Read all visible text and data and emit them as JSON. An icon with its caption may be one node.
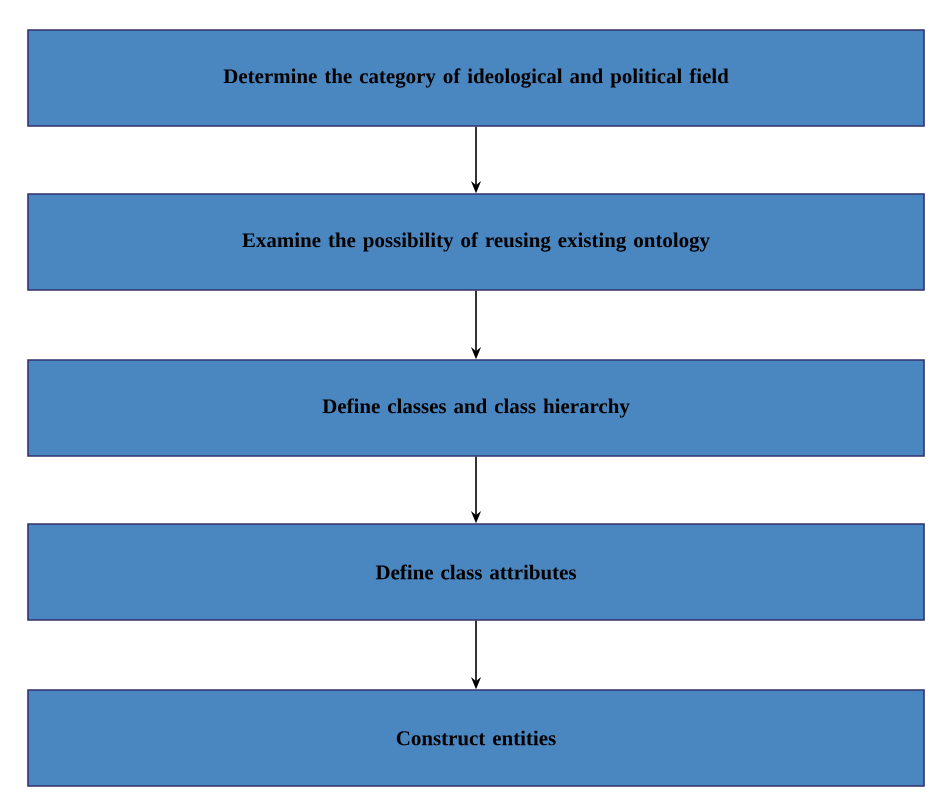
{
  "diagram": {
    "nodes": [
      {
        "text": [
          "Determine the category of ideological and political field"
        ]
      },
      {
        "text": [
          "Examine the possibility of reusing existing ontology"
        ]
      },
      {
        "text": [
          "Define classes and class hierarchy"
        ]
      },
      {
        "text": [
          "Define class attributes"
        ]
      },
      {
        "text": [
          "Construct entities"
        ]
      }
    ],
    "edges": [
      {
        "from": 0,
        "to": 1,
        "arrow": "to"
      },
      {
        "from": 1,
        "to": 2,
        "arrow": "to"
      },
      {
        "from": 2,
        "to": 3,
        "arrow": "to"
      },
      {
        "from": 3,
        "to": 4,
        "arrow": "to"
      }
    ]
  }
}
